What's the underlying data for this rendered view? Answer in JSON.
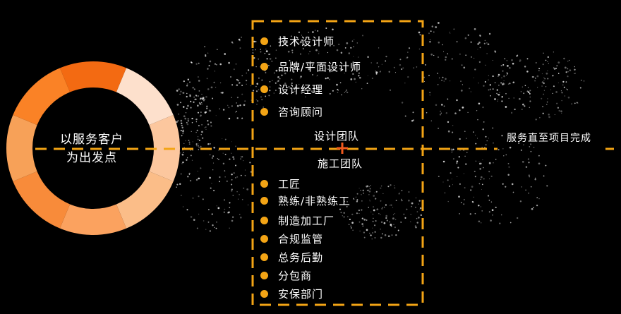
{
  "ring": {
    "line1": "以服务客户",
    "line2": "为出发点",
    "segment_colors": [
      "#f36a12",
      "#fde0cc",
      "#fcc79e",
      "#fbbd88",
      "#fba25f",
      "#f88b3a",
      "#f7a158",
      "#fa8226"
    ]
  },
  "timeline": {
    "label": "服务直至项目完成"
  },
  "design_team": {
    "title": "设计团队",
    "items": [
      "技术设计师",
      "品牌/平面设计师",
      "设计经理",
      "咨询顾问"
    ]
  },
  "construction_team": {
    "title": "施工团队",
    "items": [
      "工匠",
      "熟练/非熟练工",
      "制造加工厂",
      "合规监管",
      "总务后勤",
      "分包商",
      "安保部门"
    ]
  },
  "colors": {
    "accent": "#f3a415",
    "cross": "#f05a1e",
    "background": "#000000"
  }
}
